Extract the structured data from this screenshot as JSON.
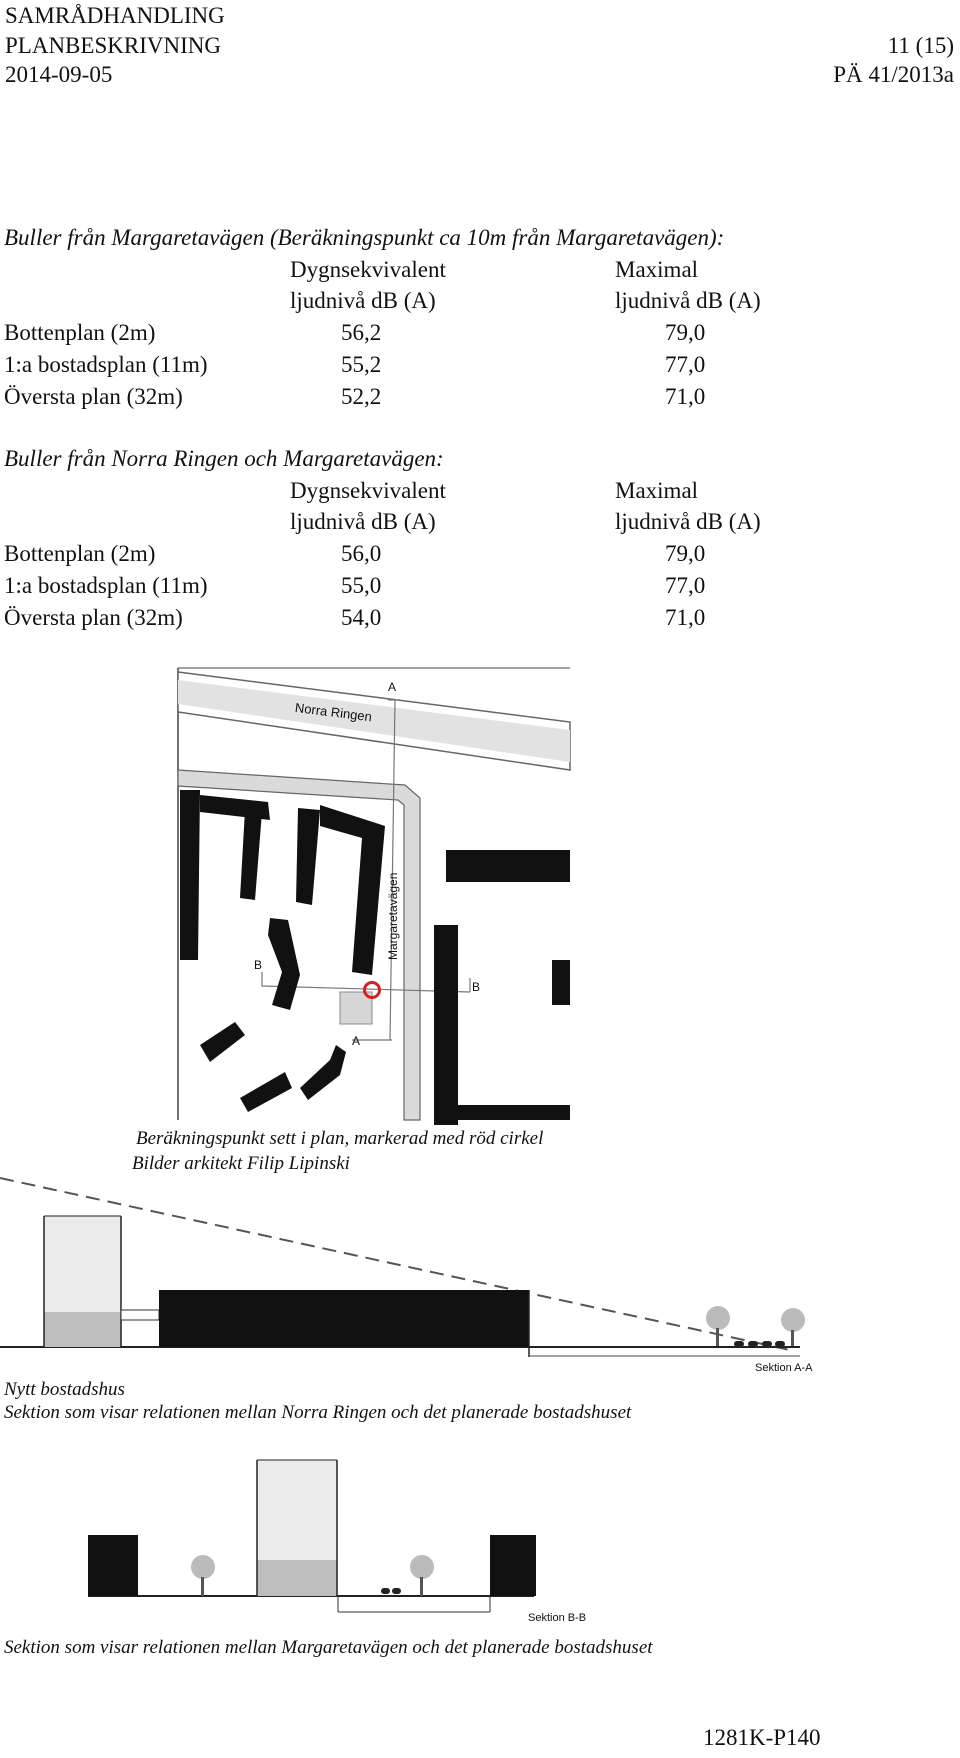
{
  "header": {
    "line1": "SAMRÅDHANDLING",
    "line2": "PLANBESKRIVNING",
    "line3": "2014-09-05",
    "page": "11 (15)",
    "ref": "PÄ 41/2013a"
  },
  "table1": {
    "title": "Buller från Margaretavägen (Beräkningspunkt ca 10m från Margaretavägen):",
    "col1": [
      "Dygnsekvivalent",
      "ljudnivå dB (A)"
    ],
    "col2": [
      "Maximal",
      "ljudnivå dB (A)"
    ],
    "rows": [
      {
        "label": "Bottenplan (2m)",
        "v1": "56,2",
        "v2": "79,0"
      },
      {
        "label": "1:a bostadsplan (11m)",
        "v1": "55,2",
        "v2": "77,0"
      },
      {
        "label": "Översta plan (32m)",
        "v1": "52,2",
        "v2": "71,0"
      }
    ]
  },
  "table2": {
    "title": "Buller från Norra Ringen och Margaretavägen:",
    "col1": [
      "Dygnsekvivalent",
      "ljudnivå dB (A)"
    ],
    "col2": [
      "Maximal",
      "ljudnivå dB (A)"
    ],
    "rows": [
      {
        "label": "Bottenplan (2m)",
        "v1": "56,0",
        "v2": "79,0"
      },
      {
        "label": "1:a bostadsplan (11m)",
        "v1": "55,0",
        "v2": "77,0"
      },
      {
        "label": "Översta plan (32m)",
        "v1": "54,0",
        "v2": "71,0"
      }
    ]
  },
  "map": {
    "road1": "Norra Ringen",
    "road2": "Margaretavägen",
    "markers": {
      "a": "A",
      "b": "B"
    }
  },
  "caption1": {
    "line1": "Beräkningspunkt sett i plan, markerad med röd cirkel",
    "line2": "Bilder arkitekt Filip Lipinski"
  },
  "section_aa": {
    "label": "Sektion A-A",
    "caption1": "Nytt bostadshus",
    "caption2": "Sektion som visar relationen mellan Norra Ringen och det planerade bostadshuset"
  },
  "section_bb": {
    "label": "Sektion B-B",
    "caption": "Sektion som visar relationen mellan Margaretavägen och det planerade bostadshuset"
  },
  "footer": {
    "code": "1281K-P140"
  },
  "colors": {
    "marker": "#d62020",
    "light_grey": "#e6e6e6",
    "mid_grey": "#bdbdbd",
    "road_grey": "#d9d9d9"
  }
}
